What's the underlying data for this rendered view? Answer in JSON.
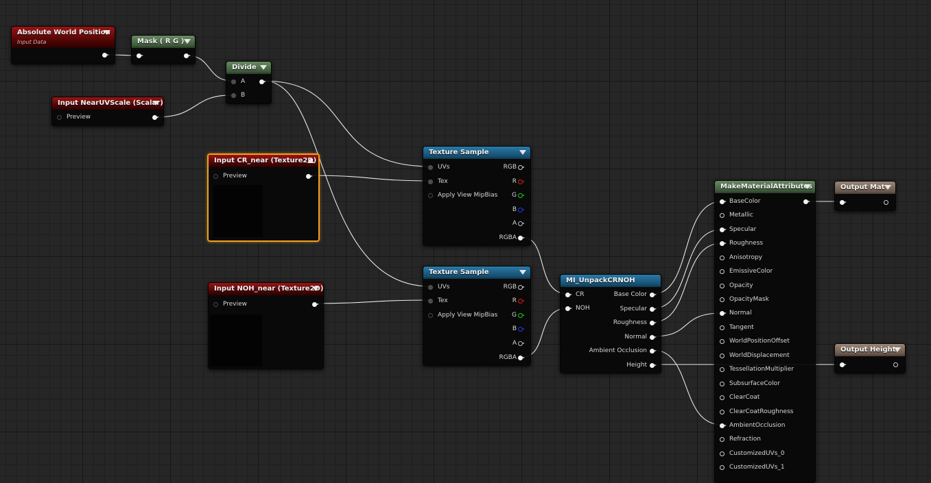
{
  "nodes": {
    "absolute_world_position": {
      "title": "Absolute World Position",
      "subtitle": "Input Data"
    },
    "mask": {
      "title": "Mask ( R G )"
    },
    "divide": {
      "title": "Divide",
      "pins": {
        "a": "A",
        "b": "B"
      }
    },
    "near_uv_scale": {
      "title": "Input NearUVScale (Scalar)",
      "preview": "Preview"
    },
    "cr_near": {
      "title": "Input CR_near (Texture2D)",
      "preview": "Preview"
    },
    "noh_near": {
      "title": "Input NOH_near (Texture2D)",
      "preview": "Preview"
    },
    "texture_sample_1": {
      "title": "Texture Sample",
      "inputs": [
        "UVs",
        "Tex",
        "Apply View MipBias"
      ],
      "outputs": [
        "RGB",
        "R",
        "G",
        "B",
        "A",
        "RGBA"
      ]
    },
    "texture_sample_2": {
      "title": "Texture Sample",
      "inputs": [
        "UVs",
        "Tex",
        "Apply View MipBias"
      ],
      "outputs": [
        "RGB",
        "R",
        "G",
        "B",
        "A",
        "RGBA"
      ]
    },
    "unpack": {
      "title": "MI_UnpackCRNOH",
      "inputs": [
        "CR",
        "NOH"
      ],
      "outputs": [
        "Base Color",
        "Specular",
        "Roughness",
        "Normal",
        "Ambient Occlusion",
        "Height"
      ]
    },
    "make_material_attributes": {
      "title": "MakeMaterialAttributes",
      "inputs": [
        "BaseColor",
        "Metallic",
        "Specular",
        "Roughness",
        "Anisotropy",
        "EmissiveColor",
        "Opacity",
        "OpacityMask",
        "Normal",
        "Tangent",
        "WorldPositionOffset",
        "WorldDisplacement",
        "TessellationMultiplier",
        "SubsurfaceColor",
        "ClearCoat",
        "ClearCoatRoughness",
        "AmbientOcclusion",
        "Refraction",
        "CustomizedUVs_0",
        "CustomizedUVs_1"
      ]
    },
    "output_mat": {
      "title": "Output Mat"
    },
    "output_height": {
      "title": "Output Height"
    }
  },
  "colors": {
    "input_header": "#8e1010",
    "math_header": "#4a6a46",
    "texture_header": "#1d5f88",
    "output_header": "#7a6658",
    "selection": "#f0a020",
    "pin_r": "#e01818",
    "pin_g": "#18d018",
    "pin_b": "#2838f0"
  }
}
